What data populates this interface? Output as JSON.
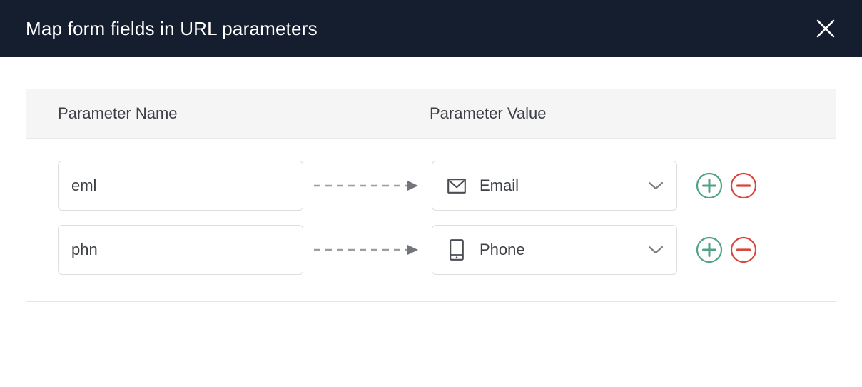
{
  "header": {
    "title": "Map form fields in URL parameters",
    "close_icon": "close-icon",
    "background_color": "#151e2e",
    "text_color": "#ffffff"
  },
  "panel": {
    "columns": {
      "name": "Parameter Name",
      "value": "Parameter Value"
    },
    "rows": [
      {
        "param_name": "eml",
        "param_name_placeholder": "",
        "connector_icon": "dashed-arrow-icon",
        "value_icon": "envelope-icon",
        "value_label": "Email",
        "dropdown_icon": "chevron-down-icon",
        "add_icon": "plus-circle-icon",
        "remove_icon": "minus-circle-icon"
      },
      {
        "param_name": "phn",
        "param_name_placeholder": "",
        "connector_icon": "dashed-arrow-icon",
        "value_icon": "phone-icon",
        "value_label": "Phone",
        "dropdown_icon": "chevron-down-icon",
        "add_icon": "plus-circle-icon",
        "remove_icon": "minus-circle-icon"
      }
    ]
  },
  "colors": {
    "add_green": "#4fa287",
    "remove_red": "#d9463b",
    "panel_header_bg": "#f5f5f6",
    "border": "#dcdee0",
    "connector_gray": "#9a9da2"
  }
}
